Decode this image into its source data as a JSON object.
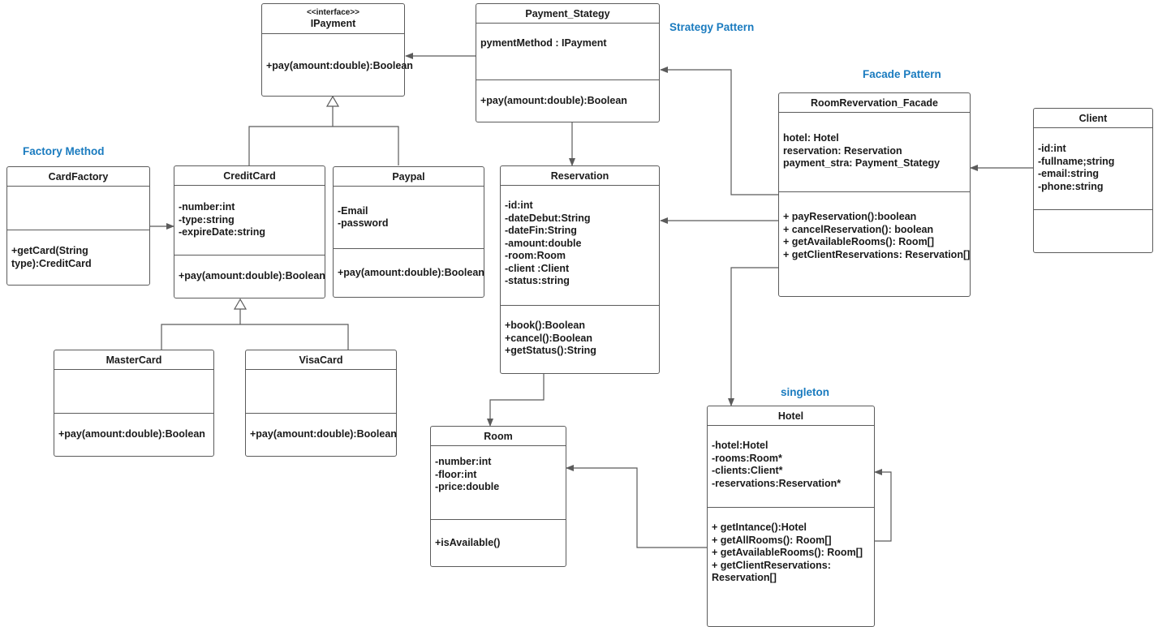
{
  "pattern_labels": {
    "factory_method": "Factory Method",
    "strategy_pattern": "Strategy Pattern",
    "facade_pattern": "Facade  Pattern",
    "singleton": "singleton"
  },
  "accent_color": "#1a7bbf",
  "classes": {
    "ipayment": {
      "stereotype": "<<interface>>",
      "name": "IPayment",
      "attributes": [],
      "methods": [
        "+pay(amount:double):Boolean"
      ]
    },
    "payment_strategy": {
      "name": "Payment_Stategy",
      "attributes": [
        "pymentMethod : IPayment"
      ],
      "methods": [
        "+pay(amount:double):Boolean"
      ]
    },
    "card_factory": {
      "name": "CardFactory",
      "attributes": [],
      "methods": [
        "+getCard(String",
        "type):CreditCard"
      ]
    },
    "credit_card": {
      "name": "CreditCard",
      "attributes": [
        "-number:int",
        "-type:string",
        "-expireDate:string"
      ],
      "methods": [
        "+pay(amount:double):Boolean"
      ]
    },
    "paypal": {
      "name": "Paypal",
      "attributes": [
        "-Email",
        "-password"
      ],
      "methods": [
        "+pay(amount:double):Boolean"
      ]
    },
    "master_card": {
      "name": "MasterCard",
      "attributes": [],
      "methods": [
        "+pay(amount:double):Boolean"
      ]
    },
    "visa_card": {
      "name": "VisaCard",
      "attributes": [],
      "methods": [
        "+pay(amount:double):Boolean"
      ]
    },
    "reservation": {
      "name": "Reservation",
      "attributes": [
        "-id:int",
        "-dateDebut:String",
        "-dateFin:String",
        "-amount:double",
        "-room:Room",
        "-client :Client",
        "-status:string"
      ],
      "methods": [
        "+book():Boolean",
        "+cancel():Boolean",
        "+getStatus():String"
      ]
    },
    "room_facade": {
      "name": "RoomRevervation_Facade",
      "attributes": [
        "hotel: Hotel",
        "reservation: Reservation",
        "payment_stra: Payment_Stategy"
      ],
      "methods": [
        "+ payReservation():boolean",
        "+ cancelReservation(): boolean",
        "+ getAvailableRooms(): Room[]",
        "+ getClientReservations: Reservation[]"
      ]
    },
    "client": {
      "name": "Client",
      "attributes": [
        "-id:int",
        "-fullname;string",
        "-email:string",
        "-phone:string"
      ],
      "methods": []
    },
    "room": {
      "name": "Room",
      "attributes": [
        "-number:int",
        "-floor:int",
        "-price:double"
      ],
      "methods": [
        "+isAvailable()"
      ]
    },
    "hotel": {
      "name": "Hotel",
      "attributes": [
        "-hotel:Hotel",
        "-rooms:Room*",
        "-clients:Client*",
        "-reservations:Reservation*"
      ],
      "methods": [
        "+ getIntance():Hotel",
        "+ getAllRooms(): Room[]",
        "+ getAvailableRooms(): Room[]",
        "+ getClientReservations:",
        "Reservation[]"
      ]
    }
  }
}
